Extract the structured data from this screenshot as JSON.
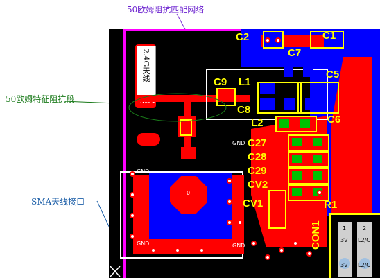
{
  "annotations": {
    "matching_network": "50欧姆阻抗匹配网络",
    "characteristic_impedance": "50欧姆特征阻抗段",
    "sma_port": "SMA天线接口"
  },
  "antenna": {
    "label": "2.4G天线",
    "net_label": "Net 1"
  },
  "components": {
    "c2": "C2",
    "c1": "C1",
    "c7": "C7",
    "c5": "C5",
    "c9": "C9",
    "l1": "L1",
    "c8": "C8",
    "l2": "L2",
    "c6": "C6",
    "c27": "C27",
    "c28": "C28",
    "c29": "C29",
    "cv2": "CV2",
    "cv1": "CV1",
    "r1": "R1",
    "con1": "CON1"
  },
  "pads": {
    "gnd": "GND",
    "center": "0"
  },
  "connector": {
    "pin1": "1",
    "pin2": "2",
    "pin1_net": "3V",
    "pin2_net": "L2/C",
    "pin1_net_b": "3V",
    "pin2_net_b": "L2/C"
  },
  "colors": {
    "board": "#000000",
    "top_copper": "#ff0000",
    "bottom_copper": "#0000ff",
    "silkscreen": "#ffff00",
    "outline": "#ff00ff"
  }
}
